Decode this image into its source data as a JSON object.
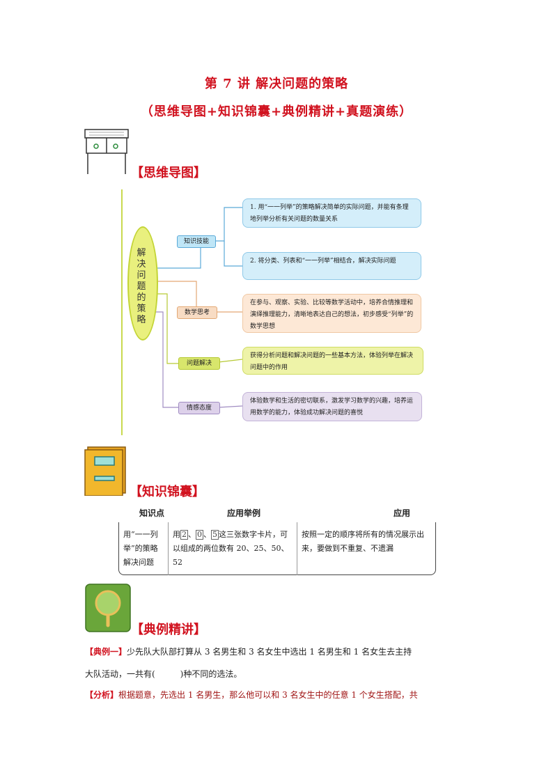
{
  "title": {
    "main": "第 7 讲  解决问题的策略",
    "sub": "（思维导图+知识锦囊+典例精讲+真题演练）"
  },
  "sections": {
    "mindmap_heading": "【思维导图】",
    "knowledge_heading": "【知识锦囊】",
    "example_heading": "【典例精讲】"
  },
  "mindmap": {
    "center": "解决问题的策略",
    "branches": [
      {
        "tag": "知识技能",
        "color": "#8fd3f0"
      },
      {
        "tag": "数学思考",
        "color": "#f3c7a2"
      },
      {
        "tag": "问题解决",
        "color": "#cfe15b"
      },
      {
        "tag": "情感态度",
        "color": "#c6b7db"
      }
    ],
    "boxes": [
      "1. 用“一一列举”的策略解决简单的实际问题，并能有条理地列举分析有关问题的数量关系",
      "2. 将分类、列表和“一一列举”相结合，解决实际问题",
      "在参与、观察、实验、比较等数学活动中，培养合情推理和演绎推理能力，清晰地表达自己的想法，初步感受“列举”的数学思想",
      "获得分析问题和解决问题的一些基本方法，体验列举在解决问题中的作用",
      "体验数学和生活的密切联系，激发学习数学的兴趣，培养运用数学的能力，体验成功解决问题的喜悦"
    ]
  },
  "knowledge_table": {
    "headers": [
      "知识点",
      "应用举例",
      "应用"
    ],
    "row": {
      "point": "用“一一列举”的策略解决问题",
      "example_prefix": "用",
      "cards": [
        "2",
        "0",
        "5"
      ],
      "example_suffix": "这三张数字卡片，可以组成的两位数有 20、25、50、52",
      "application": "按照一定的顺序将所有的情况展示出来，要做到不重复、不遗漏"
    }
  },
  "example": {
    "label": "【典例一】",
    "question_line1": "少先队大队部打算从 3 名男生和 3 名女生中选出 1 名男生和 1 名女生去主持",
    "question_line2": "大队活动，一共有(　　　)种不同的选法。",
    "analysis_label": "【分析】",
    "analysis": "根据题意，先选出 1 名男生，那么他可以和 3 名女生中的任意 1 个女生搭配，共"
  }
}
